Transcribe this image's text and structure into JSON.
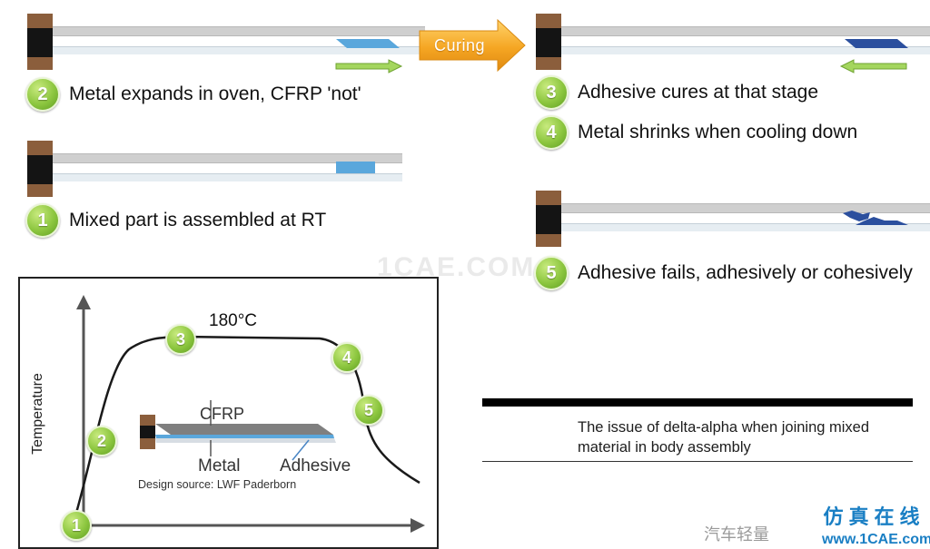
{
  "steps": {
    "s1": {
      "num": "1",
      "text": "Mixed part is assembled at RT"
    },
    "s2": {
      "num": "2",
      "text": "Metal expands in oven, CFRP 'not'"
    },
    "s3": {
      "num": "3",
      "text": "Adhesive cures at that stage"
    },
    "s4": {
      "num": "4",
      "text": "Metal shrinks when cooling down"
    },
    "s5": {
      "num": "5",
      "text": "Adhesive fails, adhesively or cohesively"
    }
  },
  "curing_label": "Curing",
  "chart": {
    "y_label": "Temperature",
    "peak_label": "180°C",
    "points": [
      "1",
      "2",
      "3",
      "4",
      "5"
    ],
    "inset": {
      "cfrp": "CFRP",
      "metal": "Metal",
      "adhesive": "Adhesive",
      "source": "Design source: LWF Paderborn"
    }
  },
  "caption": "The issue of delta-alpha when joining mixed material in body assembly",
  "watermark": "1CAE.COM",
  "footer": {
    "site_cn": "仿真在线",
    "site_url": "www.1CAE.com",
    "account_cn": "汽车轻量"
  },
  "colors": {
    "badge_green": "#8cc63f",
    "curing_orange": "#f5a623",
    "adhesive_light": "#5aa7dc",
    "adhesive_dark": "#2b4f9e",
    "metal_brown": "#8b5e3c",
    "arrow_green": "#9acd4a"
  }
}
